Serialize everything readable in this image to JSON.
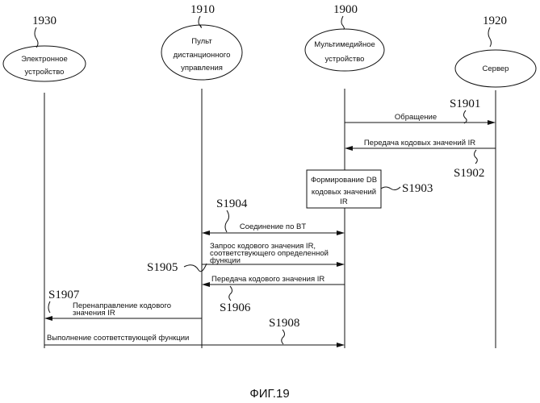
{
  "entities": [
    {
      "ref": "1930",
      "lines": [
        "Электронное",
        "устройство"
      ]
    },
    {
      "ref": "1910",
      "lines": [
        "Пульт",
        "дистанционного",
        "управления"
      ]
    },
    {
      "ref": "1900",
      "lines": [
        "Мультимедийное",
        "устройство"
      ]
    },
    {
      "ref": "1920",
      "lines": [
        "Сервер"
      ]
    }
  ],
  "steps": {
    "s1901": {
      "ref": "S1901",
      "label": "Обращение"
    },
    "s1902": {
      "ref": "S1902",
      "label": "Передача кодовых значений IR"
    },
    "s1903": {
      "ref": "S1903",
      "lines": [
        "Формирование DB",
        "кодовых значений",
        "IR"
      ]
    },
    "s1904": {
      "ref": "S1904",
      "label": "Соединение по BT"
    },
    "s1905": {
      "ref": "S1905",
      "lines": [
        "Запрос кодового значения IR,",
        "соответствующего определенной",
        "функции"
      ]
    },
    "s1906": {
      "ref": "S1906",
      "label": "Передача кодового значения IR"
    },
    "s1907": {
      "ref": "S1907",
      "lines": [
        "Перенаправление кодового",
        "значения IR"
      ]
    },
    "s1908": {
      "ref": "S1908",
      "label": "Выполнение соответствующей функции"
    }
  },
  "figure_caption": "ФИГ.19"
}
